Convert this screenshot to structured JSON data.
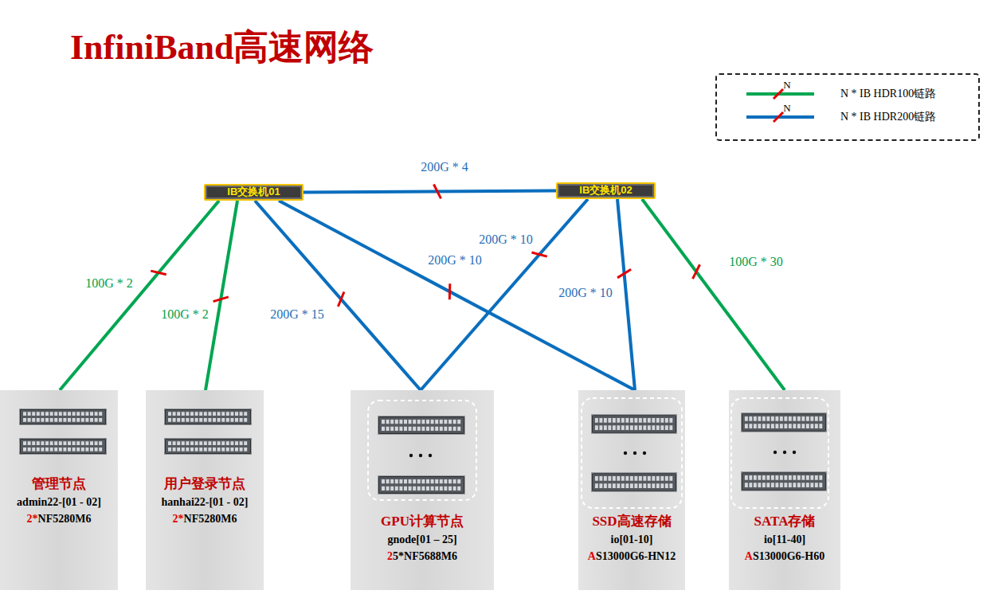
{
  "diagram": {
    "title": "InfiniBand高速网络",
    "nodes": [
      {
        "text": [
          "IB交换机01"
        ]
      },
      {
        "text": [
          "IB交换机02"
        ]
      },
      {
        "text": [
          "管理节点",
          "admin22-[01 - 02]",
          "2*NF5280M6"
        ]
      },
      {
        "text": [
          "用户登录节点",
          "hanhai22-[01 - 02]",
          "2*NF5280M6"
        ]
      },
      {
        "text": [
          "GPU计算节点",
          "gnode[01 – 25]",
          "25*NF5688M6"
        ]
      },
      {
        "text": [
          "SSD高速存储",
          "io[01-10]",
          "AS13000G6-HN12"
        ]
      },
      {
        "text": [
          "SATA存储",
          "io[11-40]",
          "AS13000G6-H60"
        ]
      }
    ],
    "edges": [
      {
        "from": 0,
        "to": 1,
        "arrow": "none",
        "label": "200G * 4"
      },
      {
        "from": 0,
        "to": 2,
        "arrow": "none",
        "label": "100G * 2"
      },
      {
        "from": 0,
        "to": 3,
        "arrow": "none",
        "label": "100G * 2"
      },
      {
        "from": 0,
        "to": 4,
        "arrow": "none",
        "label": "200G * 15"
      },
      {
        "from": 0,
        "to": 5,
        "arrow": "none",
        "label": "200G * 10"
      },
      {
        "from": 1,
        "to": 4,
        "arrow": "none",
        "label": "200G * 10"
      },
      {
        "from": 1,
        "to": 5,
        "arrow": "none",
        "label": "200G * 10"
      },
      {
        "from": 1,
        "to": 6,
        "arrow": "none",
        "label": "100G * 30"
      }
    ],
    "labels": [
      "N",
      "N"
    ],
    "legend": [
      {
        "text": "N * IB HDR100链路"
      },
      {
        "text": "N * IB HDR200链路"
      }
    ]
  }
}
